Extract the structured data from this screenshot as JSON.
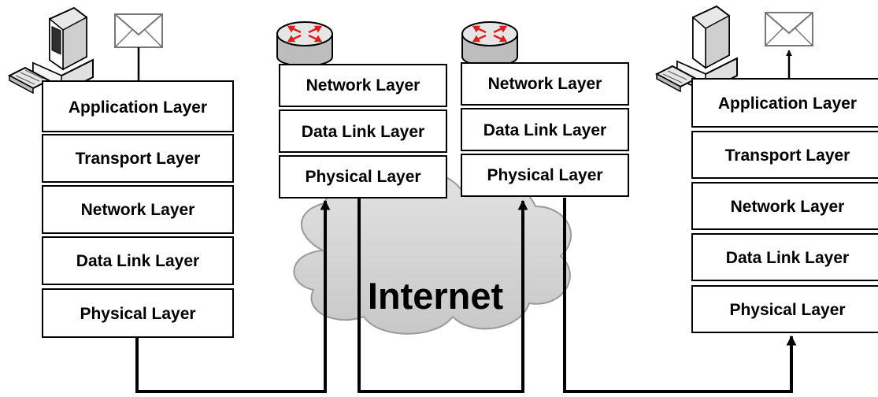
{
  "cloud": {
    "label": "Internet"
  },
  "stacks": {
    "sender": {
      "layers": [
        "Application Layer",
        "Transport Layer",
        "Network Layer",
        "Data Link Layer",
        "Physical Layer"
      ]
    },
    "router1": {
      "layers": [
        "Network Layer",
        "Data Link Layer",
        "Physical Layer"
      ]
    },
    "router2": {
      "layers": [
        "Network Layer",
        "Data Link Layer",
        "Physical Layer"
      ]
    },
    "receiver": {
      "layers": [
        "Application Layer",
        "Transport Layer",
        "Network Layer",
        "Data Link Layer",
        "Physical Layer"
      ]
    }
  },
  "icons": {
    "sender_computer": "computer-icon",
    "sender_mail": "envelope-icon",
    "router1": "router-icon",
    "router2": "router-icon",
    "receiver_computer": "computer-icon",
    "receiver_mail": "envelope-icon"
  },
  "colors": {
    "cloud_fill": "#d4d4d4",
    "router_top": "#e6e6e6",
    "router_arrows": "#d8201f"
  }
}
